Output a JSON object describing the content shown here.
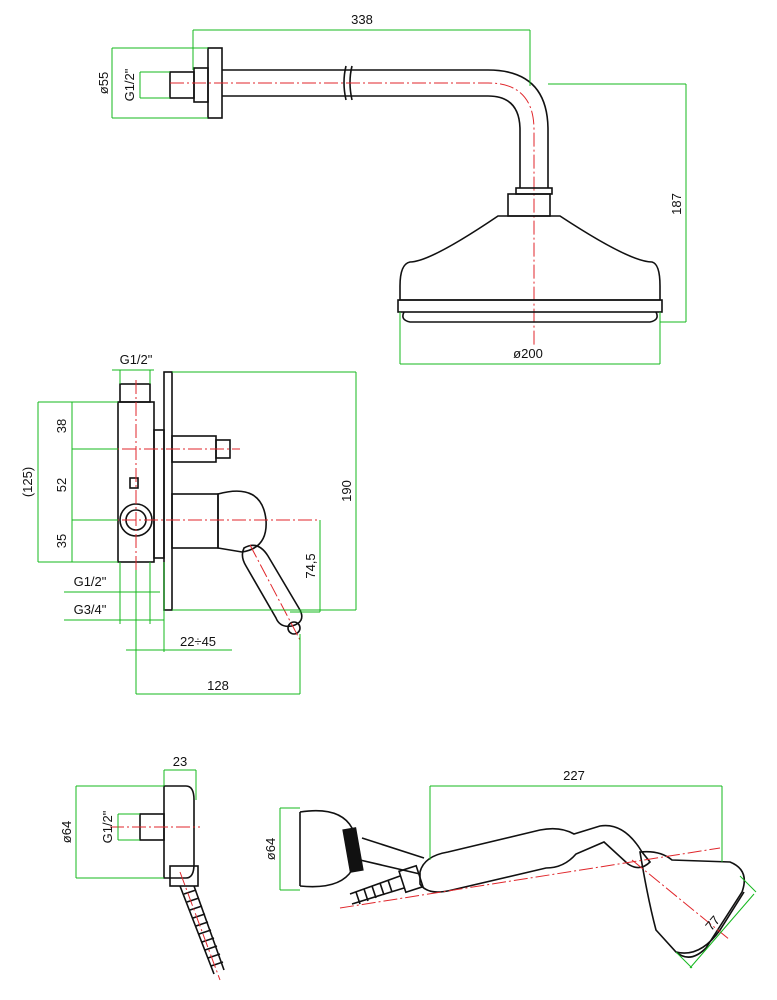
{
  "diagram": {
    "shower_arm": {
      "length": "338",
      "wall_flange_diameter": "ø55",
      "thread": "G1/2\"",
      "height": "187",
      "head_diameter": "ø200"
    },
    "mixer_valve": {
      "inlet_thread": "G1/2\"",
      "overall_height_ref": "(125)",
      "dim_a": "38",
      "dim_b": "52",
      "dim_c": "35",
      "plate_height": "190",
      "handle_height": "74,5",
      "outlet_thread": "G1/2\"",
      "body_thread": "G3/4\"",
      "adjust_range": "22÷45",
      "depth": "128"
    },
    "wall_elbow": {
      "depth": "23",
      "diameter": "ø64",
      "thread": "G1/2\""
    },
    "hand_shower": {
      "length": "227",
      "holder_diameter": "ø64",
      "head_size": "77"
    }
  }
}
